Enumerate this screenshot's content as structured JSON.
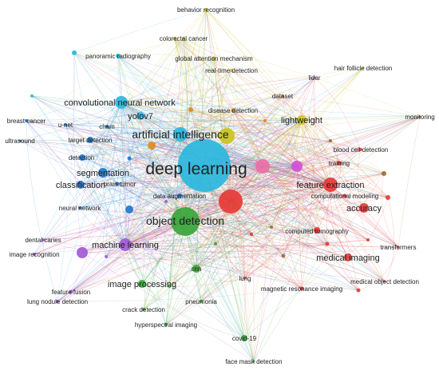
{
  "clusters": {
    "blue": "#1f77d0",
    "cyan": "#2ab7de",
    "green": "#3aa63a",
    "red": "#e53935",
    "yellow": "#c9c41e",
    "purple": "#a25bd6",
    "orange": "#e08a1c",
    "brown": "#9a6b3c",
    "pink": "#e96fa7",
    "magenta": "#d24fd8"
  },
  "nodes": [
    {
      "id": "deep-learning",
      "label": "deep learning",
      "cluster": "cyan"
    },
    {
      "id": "object-detection",
      "label": "object detection",
      "cluster": "green"
    },
    {
      "id": "artificial-intelligence",
      "label": "artificial intelligence",
      "cluster": "cyan"
    },
    {
      "id": "convolutional-neural-network",
      "label": "convolutional neural network",
      "cluster": "cyan"
    },
    {
      "id": "yolov7",
      "label": "yolov7",
      "cluster": "cyan"
    },
    {
      "id": "panoramic-radiography",
      "label": "panoramic radiography",
      "cluster": "cyan"
    },
    {
      "id": "behavior-recognition",
      "label": "behavior recognition",
      "cluster": "yellow"
    },
    {
      "id": "colorectal-cancer",
      "label": "colorectal cancer",
      "cluster": "yellow"
    },
    {
      "id": "global-attention-mechanism",
      "label": "global attention mechanism",
      "cluster": "yellow"
    },
    {
      "id": "real-time-detection",
      "label": "real-time detection",
      "cluster": "yellow"
    },
    {
      "id": "hair-follicle-detection",
      "label": "hair follicle detection",
      "cluster": "yellow"
    },
    {
      "id": "lidar",
      "label": "lidar",
      "cluster": "magenta"
    },
    {
      "id": "dataset",
      "label": "dataset",
      "cluster": "orange"
    },
    {
      "id": "disease-detection",
      "label": "disease detection",
      "cluster": "orange"
    },
    {
      "id": "lightweight",
      "label": "lightweight",
      "cluster": "yellow"
    },
    {
      "id": "monitoring",
      "label": "monitoring",
      "cluster": "brown"
    },
    {
      "id": "breast-cancer",
      "label": "breast cancer",
      "cluster": "blue"
    },
    {
      "id": "u-net",
      "label": "u-net",
      "cluster": "blue"
    },
    {
      "id": "cham",
      "label": "cham",
      "cluster": "blue"
    },
    {
      "id": "ultrasound",
      "label": "ultrasound",
      "cluster": "blue"
    },
    {
      "id": "target-detection",
      "label": "target detection",
      "cluster": "blue"
    },
    {
      "id": "detection",
      "label": "detection",
      "cluster": "blue"
    },
    {
      "id": "segmentation",
      "label": "segmentation",
      "cluster": "blue"
    },
    {
      "id": "classification",
      "label": "classification",
      "cluster": "blue"
    },
    {
      "id": "brain-tumor",
      "label": "brain tumor",
      "cluster": "blue"
    },
    {
      "id": "data-augmentation",
      "label": "data augmentation",
      "cluster": "blue"
    },
    {
      "id": "neural-network",
      "label": "neural network",
      "cluster": "blue"
    },
    {
      "id": "blood-cell-detection",
      "label": "blood cell detection",
      "cluster": "red"
    },
    {
      "id": "training",
      "label": "training",
      "cluster": "red"
    },
    {
      "id": "feature-extraction",
      "label": "feature extraction",
      "cluster": "red"
    },
    {
      "id": "computational-modeling",
      "label": "computational modeling",
      "cluster": "red"
    },
    {
      "id": "accuracy",
      "label": "accuracy",
      "cluster": "red"
    },
    {
      "id": "computed-tomography",
      "label": "computed tomography",
      "cluster": "red"
    },
    {
      "id": "transformers",
      "label": "transformers",
      "cluster": "red"
    },
    {
      "id": "medical-imaging",
      "label": "medical imaging",
      "cluster": "red"
    },
    {
      "id": "medical-object-detection",
      "label": "medical object detection",
      "cluster": "red"
    },
    {
      "id": "magnetic-resonance-imaging",
      "label": "magnetic resonance imaging",
      "cluster": "red"
    },
    {
      "id": "lung",
      "label": "lung",
      "cluster": "red"
    },
    {
      "id": "dental-caries",
      "label": "dental caries",
      "cluster": "purple"
    },
    {
      "id": "image-recognition",
      "label": "image recognition",
      "cluster": "purple"
    },
    {
      "id": "machine-learning",
      "label": "machine learning",
      "cluster": "purple"
    },
    {
      "id": "feature-fusion",
      "label": "feature fusion",
      "cluster": "purple"
    },
    {
      "id": "lung-nodule-detection",
      "label": "lung nodule detection",
      "cluster": "purple"
    },
    {
      "id": "image-processing",
      "label": "image processing",
      "cluster": "green"
    },
    {
      "id": "cnn",
      "label": "cnn",
      "cluster": "green"
    },
    {
      "id": "crack-detection",
      "label": "crack detection",
      "cluster": "green"
    },
    {
      "id": "pneumonia",
      "label": "pneumonia",
      "cluster": "green"
    },
    {
      "id": "hyperspectral-imaging",
      "label": "hyperspectral imaging",
      "cluster": "green"
    },
    {
      "id": "covid-19",
      "label": "covid-19",
      "cluster": "green"
    },
    {
      "id": "face-mask-detection",
      "label": "face mask detection",
      "cluster": "green"
    },
    {
      "id": "hub-red",
      "label": "",
      "cluster": "red"
    },
    {
      "id": "hub-pink",
      "label": "",
      "cluster": "pink"
    },
    {
      "id": "hub-magenta",
      "label": "",
      "cluster": "magenta"
    }
  ]
}
